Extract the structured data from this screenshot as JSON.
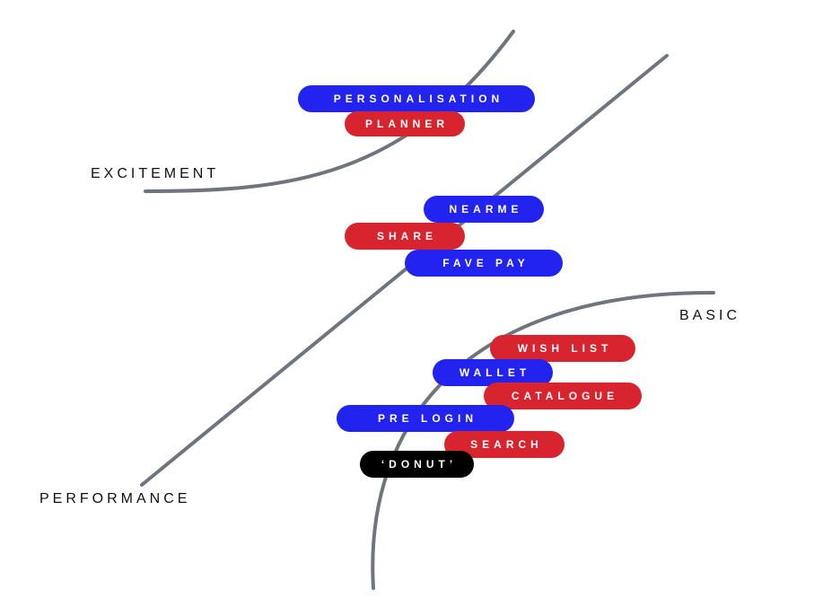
{
  "labels": {
    "excitement": "EXCITEMENT",
    "performance": "PERFORMANCE",
    "basic": "BASIC"
  },
  "features": [
    {
      "id": "personalisation",
      "label": "PERSONALISATION",
      "color": "#2323f0"
    },
    {
      "id": "planner",
      "label": "PLANNER",
      "color": "#d8242f"
    },
    {
      "id": "nearme",
      "label": "NEARME",
      "color": "#2323f0"
    },
    {
      "id": "share",
      "label": "SHARE",
      "color": "#d8242f"
    },
    {
      "id": "fave-pay",
      "label": "FAVE PAY",
      "color": "#2323f0"
    },
    {
      "id": "wish-list",
      "label": "WISH LIST",
      "color": "#d8242f"
    },
    {
      "id": "wallet",
      "label": "WALLET",
      "color": "#2323f0"
    },
    {
      "id": "catalogue",
      "label": "CATALOGUE",
      "color": "#d8242f"
    },
    {
      "id": "pre-login",
      "label": "PRE LOGIN",
      "color": "#2323f0"
    },
    {
      "id": "search",
      "label": "SEARCH",
      "color": "#d8242f"
    },
    {
      "id": "donut",
      "label": "‘DONUT’",
      "color": "#000000"
    }
  ],
  "colors": {
    "curve": "#6f757c",
    "blue": "#2323f0",
    "red": "#d8242f",
    "black": "#000000"
  }
}
